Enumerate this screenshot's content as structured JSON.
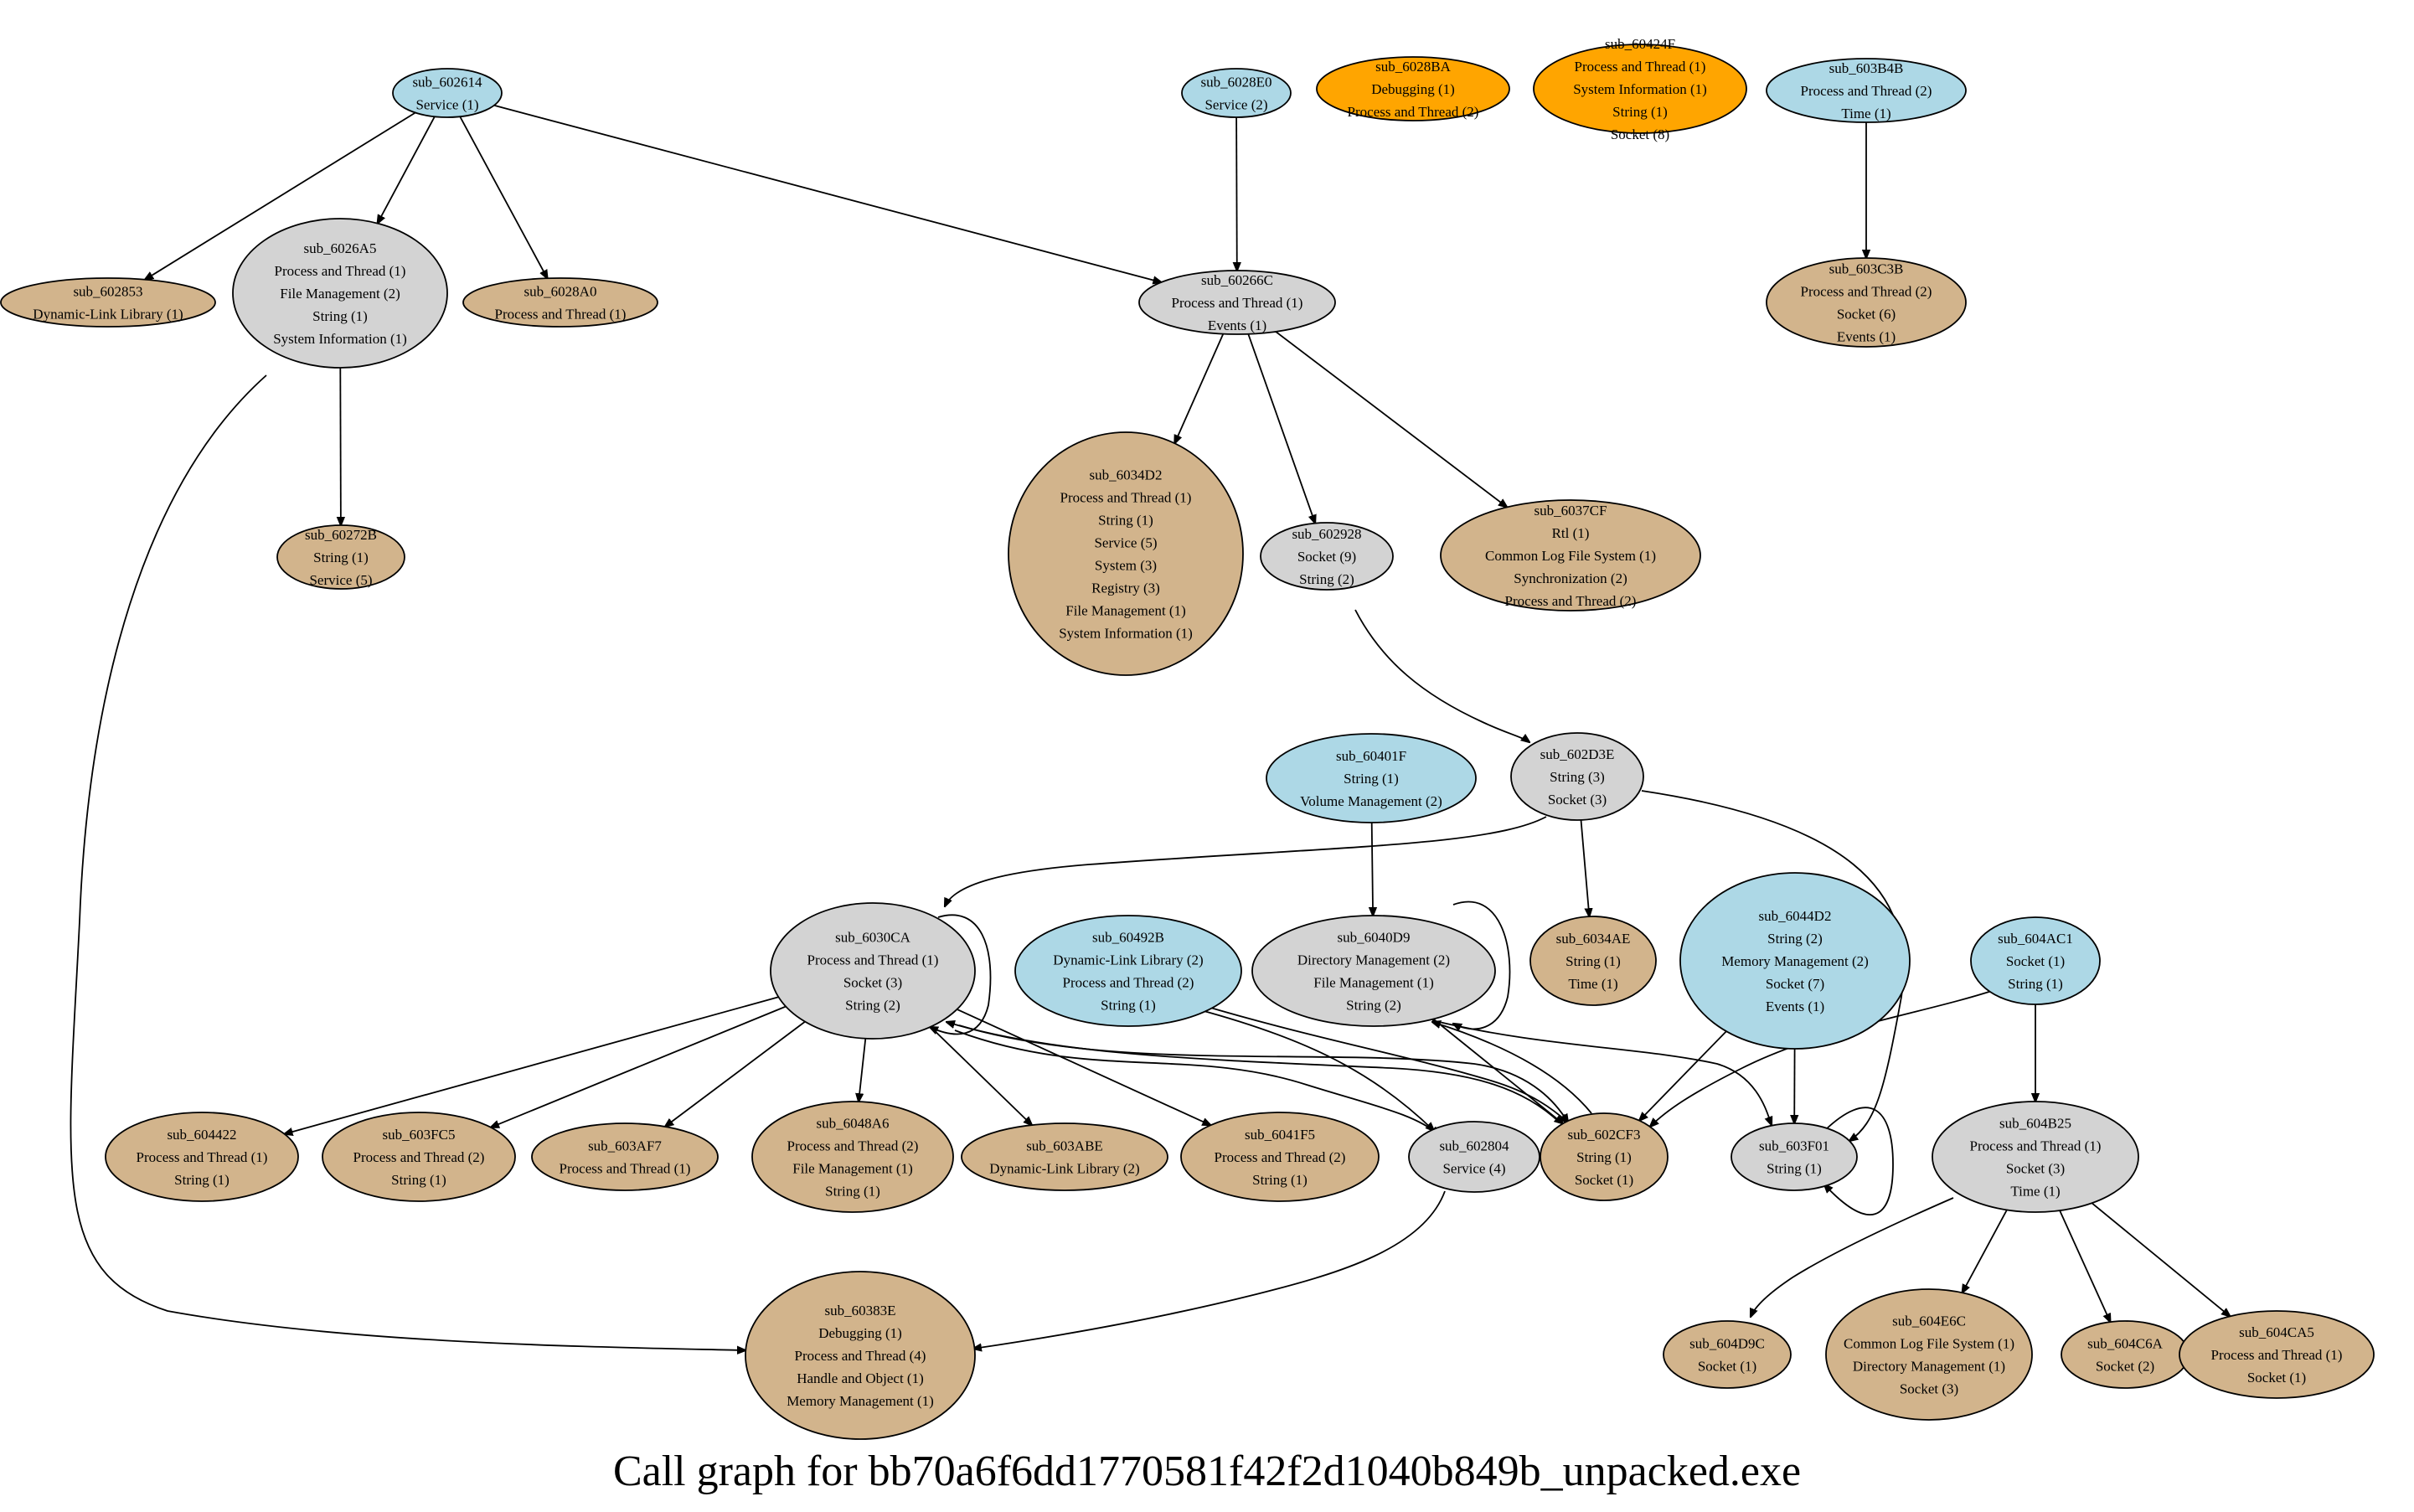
{
  "caption": "Call graph for bb70a6f6dd1770581f42f2d1040b849b_unpacked.exe",
  "colors": {
    "root": "#add8e6",
    "internal": "#d3d3d3",
    "leaf": "#d2b48c",
    "isolated": "#ffa500",
    "stroke": "#000000"
  },
  "nodes": [
    {
      "id": "sub_602614",
      "kind": "root",
      "lines": [
        "sub_602614",
        "Service (1)"
      ]
    },
    {
      "id": "sub_6028E0",
      "kind": "root",
      "lines": [
        "sub_6028E0",
        "Service (2)"
      ]
    },
    {
      "id": "sub_6028BA",
      "kind": "isolated",
      "lines": [
        "sub_6028BA",
        "Debugging (1)",
        "Process and Thread (2)"
      ]
    },
    {
      "id": "sub_60424F",
      "kind": "isolated",
      "lines": [
        "sub_60424F",
        "Process and Thread (1)",
        "System Information (1)",
        "String (1)",
        "Socket (8)"
      ]
    },
    {
      "id": "sub_603B4B",
      "kind": "root",
      "lines": [
        "sub_603B4B",
        "Process and Thread (2)",
        "Time (1)"
      ]
    },
    {
      "id": "sub_602853",
      "kind": "leaf",
      "lines": [
        "sub_602853",
        "Dynamic-Link Library (1)"
      ]
    },
    {
      "id": "sub_6026A5",
      "kind": "internal",
      "lines": [
        "sub_6026A5",
        "Process and Thread (1)",
        "File Management (2)",
        "String (1)",
        "System Information (1)"
      ]
    },
    {
      "id": "sub_6028A0",
      "kind": "leaf",
      "lines": [
        "sub_6028A0",
        "Process and Thread (1)"
      ]
    },
    {
      "id": "sub_60266C",
      "kind": "internal",
      "lines": [
        "sub_60266C",
        "Process and Thread (1)",
        "Events (1)"
      ]
    },
    {
      "id": "sub_603C3B",
      "kind": "leaf",
      "lines": [
        "sub_603C3B",
        "Process and Thread (2)",
        "Socket (6)",
        "Events (1)"
      ]
    },
    {
      "id": "sub_60272B",
      "kind": "leaf",
      "lines": [
        "sub_60272B",
        "String (1)",
        "Service (5)"
      ]
    },
    {
      "id": "sub_6034D2",
      "kind": "leaf",
      "lines": [
        "sub_6034D2",
        "Process and Thread (1)",
        "String (1)",
        "Service (5)",
        "System (3)",
        "Registry (3)",
        "File Management (1)",
        "System Information (1)"
      ]
    },
    {
      "id": "sub_602928",
      "kind": "internal",
      "lines": [
        "sub_602928",
        "Socket (9)",
        "String (2)"
      ]
    },
    {
      "id": "sub_6037CF",
      "kind": "leaf",
      "lines": [
        "sub_6037CF",
        "Rtl (1)",
        "Common Log File System (1)",
        "Synchronization (2)",
        "Process and Thread (2)"
      ]
    },
    {
      "id": "sub_60401F",
      "kind": "root",
      "lines": [
        "sub_60401F",
        "String (1)",
        "Volume Management (2)"
      ]
    },
    {
      "id": "sub_602D3E",
      "kind": "internal",
      "lines": [
        "sub_602D3E",
        "String (3)",
        "Socket (3)"
      ]
    },
    {
      "id": "sub_6030CA",
      "kind": "internal",
      "lines": [
        "sub_6030CA",
        "Process and Thread (1)",
        "Socket (3)",
        "String (2)"
      ]
    },
    {
      "id": "sub_60492B",
      "kind": "root",
      "lines": [
        "sub_60492B",
        "Dynamic-Link Library (2)",
        "Process and Thread (2)",
        "String (1)"
      ]
    },
    {
      "id": "sub_6040D9",
      "kind": "internal",
      "lines": [
        "sub_6040D9",
        "Directory Management (2)",
        "File Management (1)",
        "String (2)"
      ]
    },
    {
      "id": "sub_6034AE",
      "kind": "leaf",
      "lines": [
        "sub_6034AE",
        "String (1)",
        "Time (1)"
      ]
    },
    {
      "id": "sub_6044D2",
      "kind": "root",
      "lines": [
        "sub_6044D2",
        "String (2)",
        "Memory Management (2)",
        "Socket (7)",
        "Events (1)"
      ]
    },
    {
      "id": "sub_604AC1",
      "kind": "root",
      "lines": [
        "sub_604AC1",
        "Socket (1)",
        "String (1)"
      ]
    },
    {
      "id": "sub_604422",
      "kind": "leaf",
      "lines": [
        "sub_604422",
        "Process and Thread (1)",
        "String (1)"
      ]
    },
    {
      "id": "sub_603FC5",
      "kind": "leaf",
      "lines": [
        "sub_603FC5",
        "Process and Thread (2)",
        "String (1)"
      ]
    },
    {
      "id": "sub_603AF7",
      "kind": "leaf",
      "lines": [
        "sub_603AF7",
        "Process and Thread (1)"
      ]
    },
    {
      "id": "sub_6048A6",
      "kind": "leaf",
      "lines": [
        "sub_6048A6",
        "Process and Thread (2)",
        "File Management (1)",
        "String (1)"
      ]
    },
    {
      "id": "sub_603ABE",
      "kind": "leaf",
      "lines": [
        "sub_603ABE",
        "Dynamic-Link Library (2)"
      ]
    },
    {
      "id": "sub_6041F5",
      "kind": "leaf",
      "lines": [
        "sub_6041F5",
        "Process and Thread (2)",
        "String (1)"
      ]
    },
    {
      "id": "sub_602804",
      "kind": "internal",
      "lines": [
        "sub_602804",
        "Service (4)"
      ]
    },
    {
      "id": "sub_602CF3",
      "kind": "leaf",
      "lines": [
        "sub_602CF3",
        "String (1)",
        "Socket (1)"
      ]
    },
    {
      "id": "sub_603F01",
      "kind": "internal",
      "lines": [
        "sub_603F01",
        "String (1)"
      ]
    },
    {
      "id": "sub_604B25",
      "kind": "internal",
      "lines": [
        "sub_604B25",
        "Process and Thread (1)",
        "Socket (3)",
        "Time (1)"
      ]
    },
    {
      "id": "sub_60383E",
      "kind": "leaf",
      "lines": [
        "sub_60383E",
        "Debugging (1)",
        "Process and Thread (4)",
        "Handle and Object (1)",
        "Memory Management (1)"
      ]
    },
    {
      "id": "sub_604D9C",
      "kind": "leaf",
      "lines": [
        "sub_604D9C",
        "Socket (1)"
      ]
    },
    {
      "id": "sub_604E6C",
      "kind": "leaf",
      "lines": [
        "sub_604E6C",
        "Common Log File System (1)",
        "Directory Management (1)",
        "Socket (3)"
      ]
    },
    {
      "id": "sub_604C6A",
      "kind": "leaf",
      "lines": [
        "sub_604C6A",
        "Socket (2)"
      ]
    },
    {
      "id": "sub_604CA5",
      "kind": "leaf",
      "lines": [
        "sub_604CA5",
        "Process and Thread (1)",
        "Socket (1)"
      ]
    }
  ],
  "edges": [
    {
      "from": "sub_602614",
      "to": "sub_602853"
    },
    {
      "from": "sub_602614",
      "to": "sub_6026A5"
    },
    {
      "from": "sub_602614",
      "to": "sub_6028A0"
    },
    {
      "from": "sub_602614",
      "to": "sub_60266C"
    },
    {
      "from": "sub_6028E0",
      "to": "sub_60266C"
    },
    {
      "from": "sub_603B4B",
      "to": "sub_603C3B"
    },
    {
      "from": "sub_6026A5",
      "to": "sub_60272B"
    },
    {
      "from": "sub_6026A5",
      "to": "sub_60383E"
    },
    {
      "from": "sub_60266C",
      "to": "sub_6034D2"
    },
    {
      "from": "sub_60266C",
      "to": "sub_602928"
    },
    {
      "from": "sub_60266C",
      "to": "sub_6037CF"
    },
    {
      "from": "sub_602928",
      "to": "sub_602D3E"
    },
    {
      "from": "sub_602D3E",
      "to": "sub_6030CA"
    },
    {
      "from": "sub_602D3E",
      "to": "sub_6034AE"
    },
    {
      "from": "sub_602D3E",
      "to": "sub_603F01"
    },
    {
      "from": "sub_60401F",
      "to": "sub_6040D9"
    },
    {
      "from": "sub_6030CA",
      "to": "sub_6030CA"
    },
    {
      "from": "sub_6030CA",
      "to": "sub_604422"
    },
    {
      "from": "sub_6030CA",
      "to": "sub_603FC5"
    },
    {
      "from": "sub_6030CA",
      "to": "sub_603AF7"
    },
    {
      "from": "sub_6030CA",
      "to": "sub_6048A6"
    },
    {
      "from": "sub_6030CA",
      "to": "sub_603ABE"
    },
    {
      "from": "sub_6030CA",
      "to": "sub_6041F5"
    },
    {
      "from": "sub_6030CA",
      "to": "sub_602804"
    },
    {
      "from": "sub_6030CA",
      "to": "sub_602CF3"
    },
    {
      "from": "sub_60492B",
      "to": "sub_602804"
    },
    {
      "from": "sub_60492B",
      "to": "sub_602CF3"
    },
    {
      "from": "sub_6040D9",
      "to": "sub_6040D9"
    },
    {
      "from": "sub_6040D9",
      "to": "sub_602CF3"
    },
    {
      "from": "sub_6040D9",
      "to": "sub_603F01"
    },
    {
      "from": "sub_602CF3",
      "to": "sub_6030CA"
    },
    {
      "from": "sub_602CF3",
      "to": "sub_6040D9"
    },
    {
      "from": "sub_6044D2",
      "to": "sub_602CF3"
    },
    {
      "from": "sub_6044D2",
      "to": "sub_603F01"
    },
    {
      "from": "sub_604AC1",
      "to": "sub_602CF3"
    },
    {
      "from": "sub_604AC1",
      "to": "sub_604B25"
    },
    {
      "from": "sub_603F01",
      "to": "sub_603F01"
    },
    {
      "from": "sub_602804",
      "to": "sub_60383E"
    },
    {
      "from": "sub_604B25",
      "to": "sub_604D9C"
    },
    {
      "from": "sub_604B25",
      "to": "sub_604E6C"
    },
    {
      "from": "sub_604B25",
      "to": "sub_604C6A"
    },
    {
      "from": "sub_604B25",
      "to": "sub_604CA5"
    }
  ]
}
